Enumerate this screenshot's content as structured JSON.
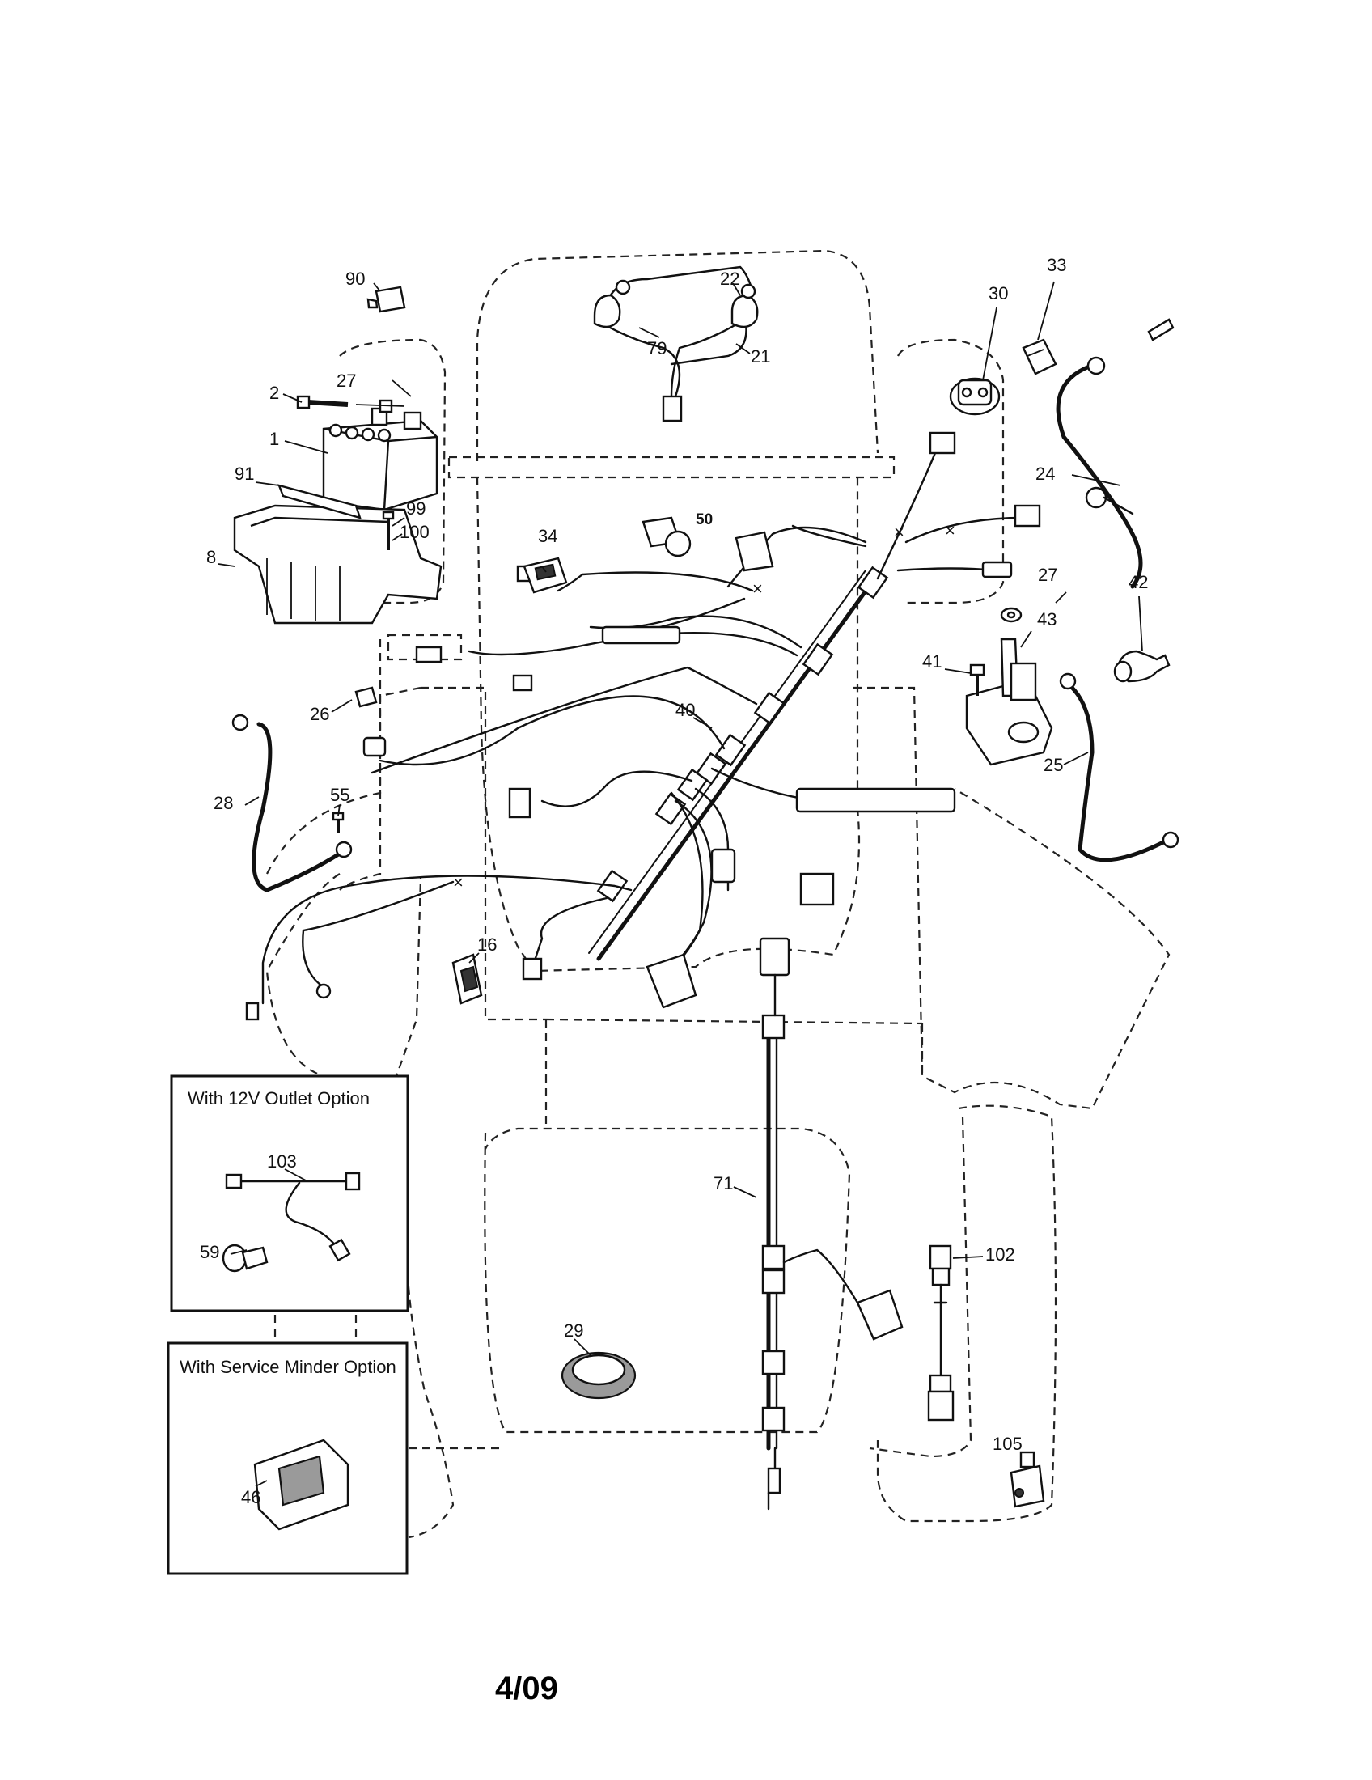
{
  "parts": {
    "p1": "1",
    "p2": "2",
    "p8": "8",
    "p16": "16",
    "p21": "21",
    "p22": "22",
    "p24": "24",
    "p25": "25",
    "p26": "26",
    "p27a": "27",
    "p27b": "27",
    "p28": "28",
    "p29": "29",
    "p30": "30",
    "p33": "33",
    "p34": "34",
    "p40": "40",
    "p41": "41",
    "p42": "42",
    "p43": "43",
    "p46": "46",
    "p50": "50",
    "p55": "55",
    "p59": "59",
    "p71": "71",
    "p79": "79",
    "p90": "90",
    "p91": "91",
    "p99": "99",
    "p100": "100",
    "p102": "102",
    "p103": "103",
    "p105": "105"
  },
  "option_boxes": {
    "outlet_title": "With 12V Outlet Option",
    "service_title": "With Service Minder Option"
  },
  "footer": {
    "date_code": "4/09"
  }
}
